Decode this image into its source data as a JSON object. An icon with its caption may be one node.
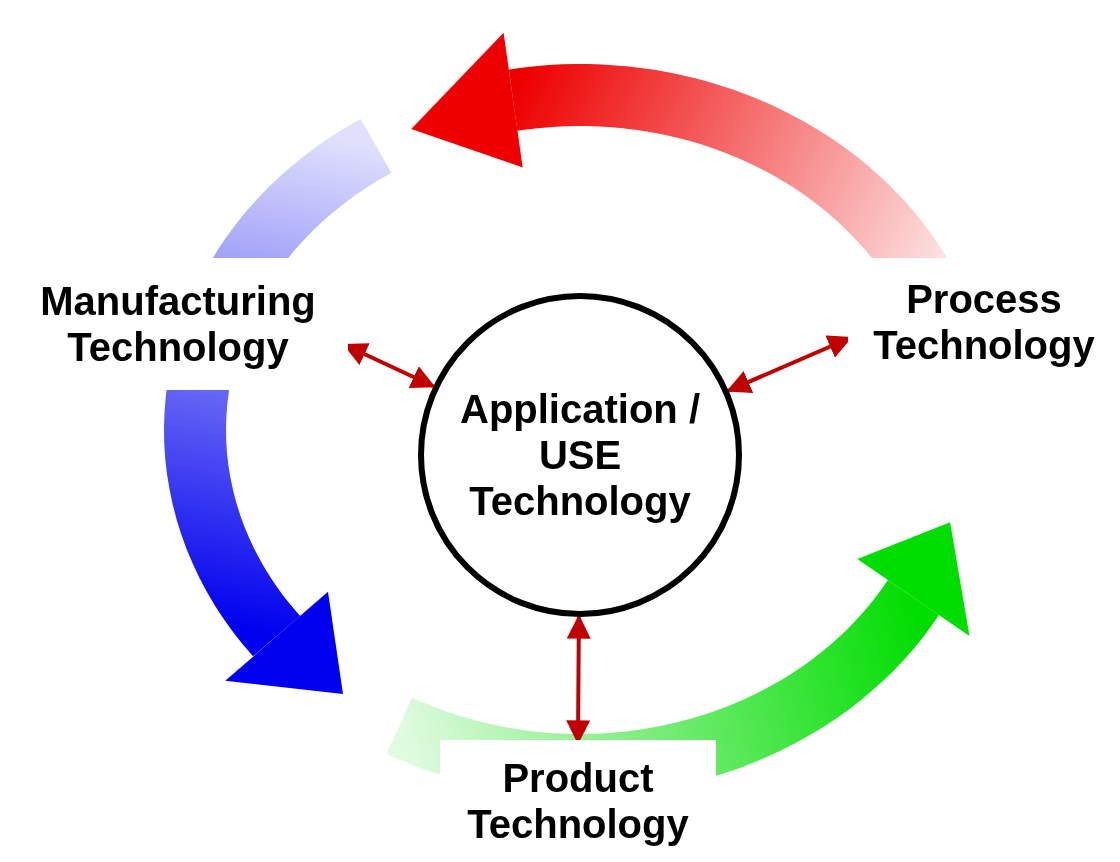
{
  "diagram": {
    "nodes": [
      {
        "text": [
          "Manufacturing Technology"
        ]
      },
      {
        "text": [
          "Process Technology"
        ]
      },
      {
        "text": [
          "Application / USE Technology"
        ]
      },
      {
        "text": [
          "Product Technology"
        ]
      }
    ],
    "edges": [
      {
        "from": 0,
        "to": 2,
        "arrow": "both",
        "color": "#c00000"
      },
      {
        "from": 1,
        "to": 2,
        "arrow": "both",
        "color": "#c00000"
      },
      {
        "from": 3,
        "to": 2,
        "arrow": "both",
        "color": "#c00000"
      }
    ]
  }
}
